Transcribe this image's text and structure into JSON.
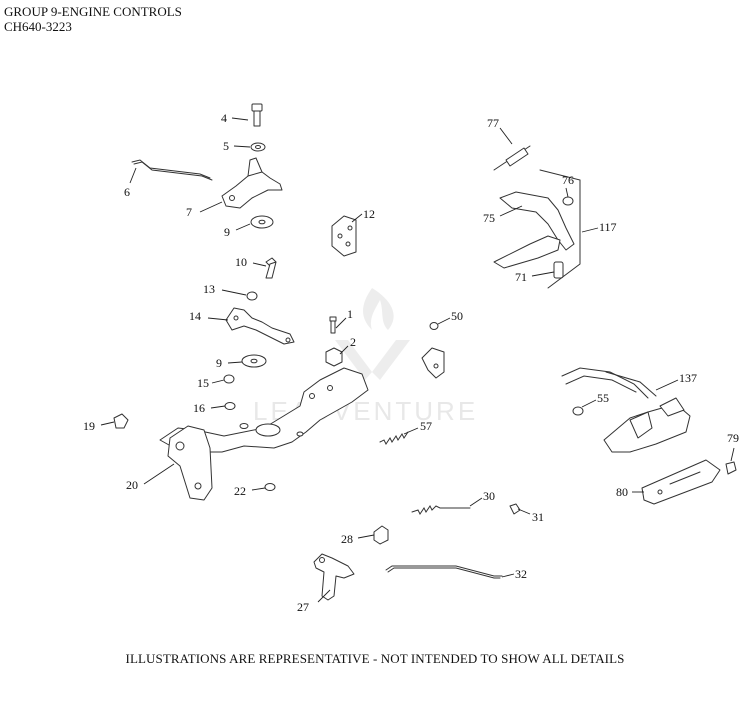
{
  "header": {
    "group_title": "GROUP 9-ENGINE CONTROLS",
    "code": "CH640-3223"
  },
  "footer": {
    "note": "ILLUSTRATIONS ARE REPRESENTATIVE - NOT INTENDED TO SHOW ALL DETAILS"
  },
  "watermark": {
    "text": "LEADVENTURE"
  },
  "callouts": [
    "4",
    "5",
    "6",
    "7",
    "9",
    "12",
    "10",
    "13",
    "14",
    "1",
    "2",
    "9",
    "15",
    "16",
    "19",
    "20",
    "22",
    "28",
    "27",
    "30",
    "31",
    "32",
    "57",
    "50",
    "77",
    "76",
    "75",
    "117",
    "71",
    "137",
    "55",
    "79",
    "80"
  ]
}
